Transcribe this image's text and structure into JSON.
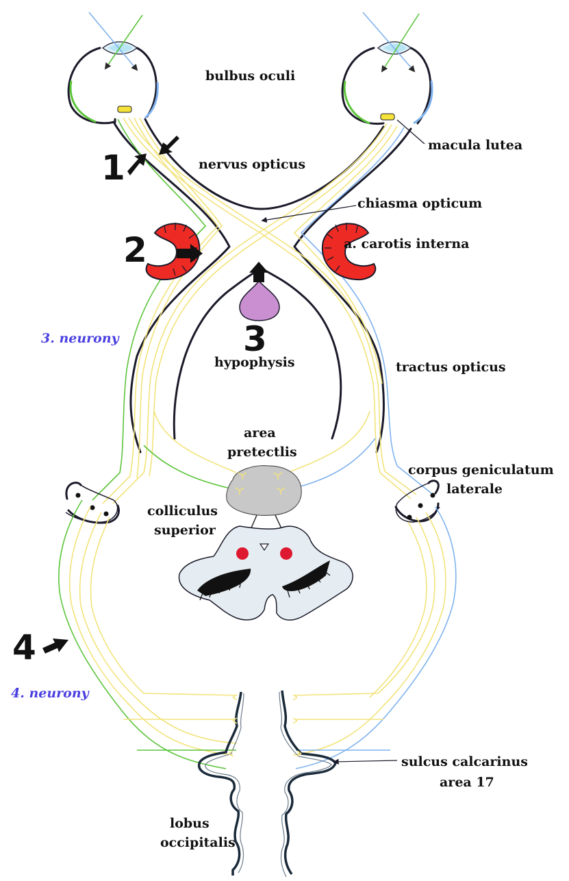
{
  "labels": {
    "bulbus_oculi": "bulbus oculi",
    "macula_lutea": "macula lutea",
    "nervus_opticus": "nervus opticus",
    "chiasma_opticum": "chiasma opticum",
    "carotis_interna": "a. carotis interna",
    "neurony_3": "3. neurony",
    "hypophysis": "hypophysis",
    "tractus_opticus": "tractus opticus",
    "area_pretectlis_1": "area",
    "area_pretectlis_2": "pretectlis",
    "corpus_geniculatum_1": "corpus geniculatum",
    "corpus_geniculatum_2": "laterale",
    "colliculus_1": "colliculus",
    "colliculus_2": "superior",
    "neurony_4": "4. neurony",
    "sulcus_calcarinus_1": "sulcus calcarinus",
    "sulcus_calcarinus_2": "area 17",
    "lobus_occipitalis_1": "lobus",
    "lobus_occipitalis_2": "occipitalis"
  },
  "lesion_markers": [
    "1",
    "2",
    "3",
    "4"
  ],
  "colors": {
    "outline": "#1a1a2a",
    "fiber_yellow": "#f2e37a",
    "fiber_green": "#5cc43a",
    "fiber_blue": "#7fb2ee",
    "carotid_red": "#ee2a24",
    "hypophysis_violet": "#c98fd0",
    "pretectal_gray": "#c8c8c8",
    "midbrain_fill": "#e6edf2",
    "macula_yellow": "#f5e33a",
    "neurony_label": "#4a3fe0",
    "nucleus_red": "#dd1830"
  },
  "icons": [
    "eye-icon",
    "lens-icon",
    "arrow-icon",
    "neuron-dot-icon",
    "synapse-icon"
  ]
}
